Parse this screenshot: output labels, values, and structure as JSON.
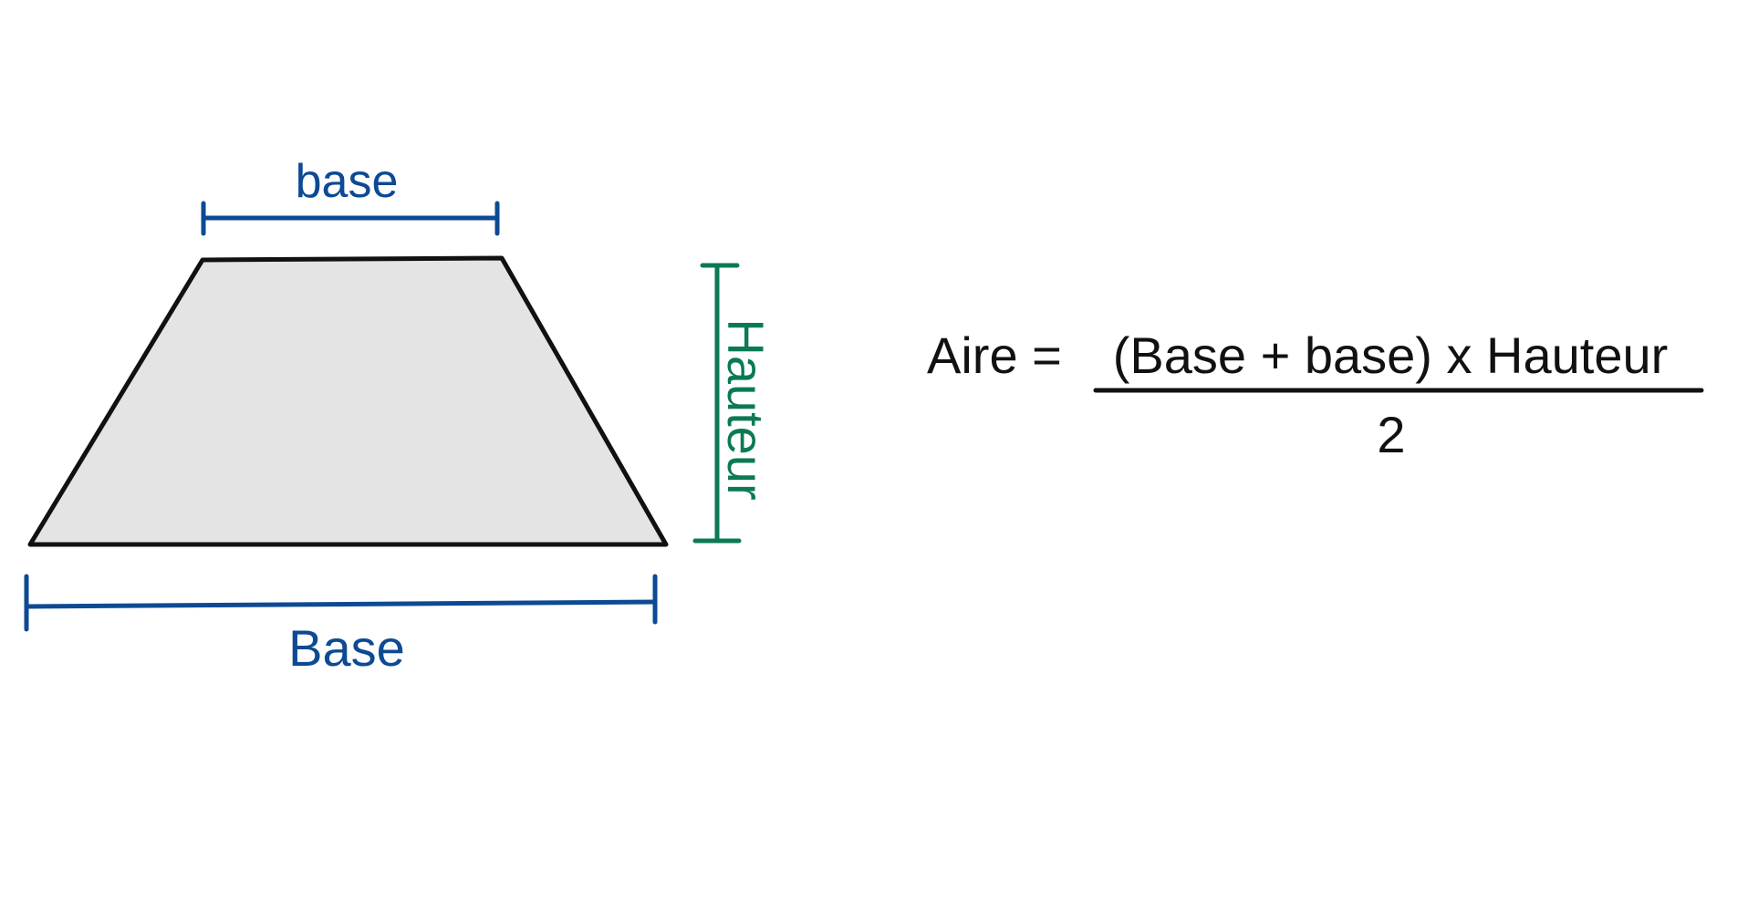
{
  "diagram": {
    "labels": {
      "top_base": "base",
      "bottom_base": "Base",
      "height": "Hauteur"
    },
    "formula": {
      "lhs": "Aire =",
      "numerator": "(Base + base) x Hauteur",
      "denominator": "2"
    },
    "colors": {
      "shape_fill": "#e4e4e4",
      "shape_stroke": "#111111",
      "base_color": "#0d4a93",
      "height_color": "#0b7a52",
      "formula_color": "#111111"
    }
  }
}
